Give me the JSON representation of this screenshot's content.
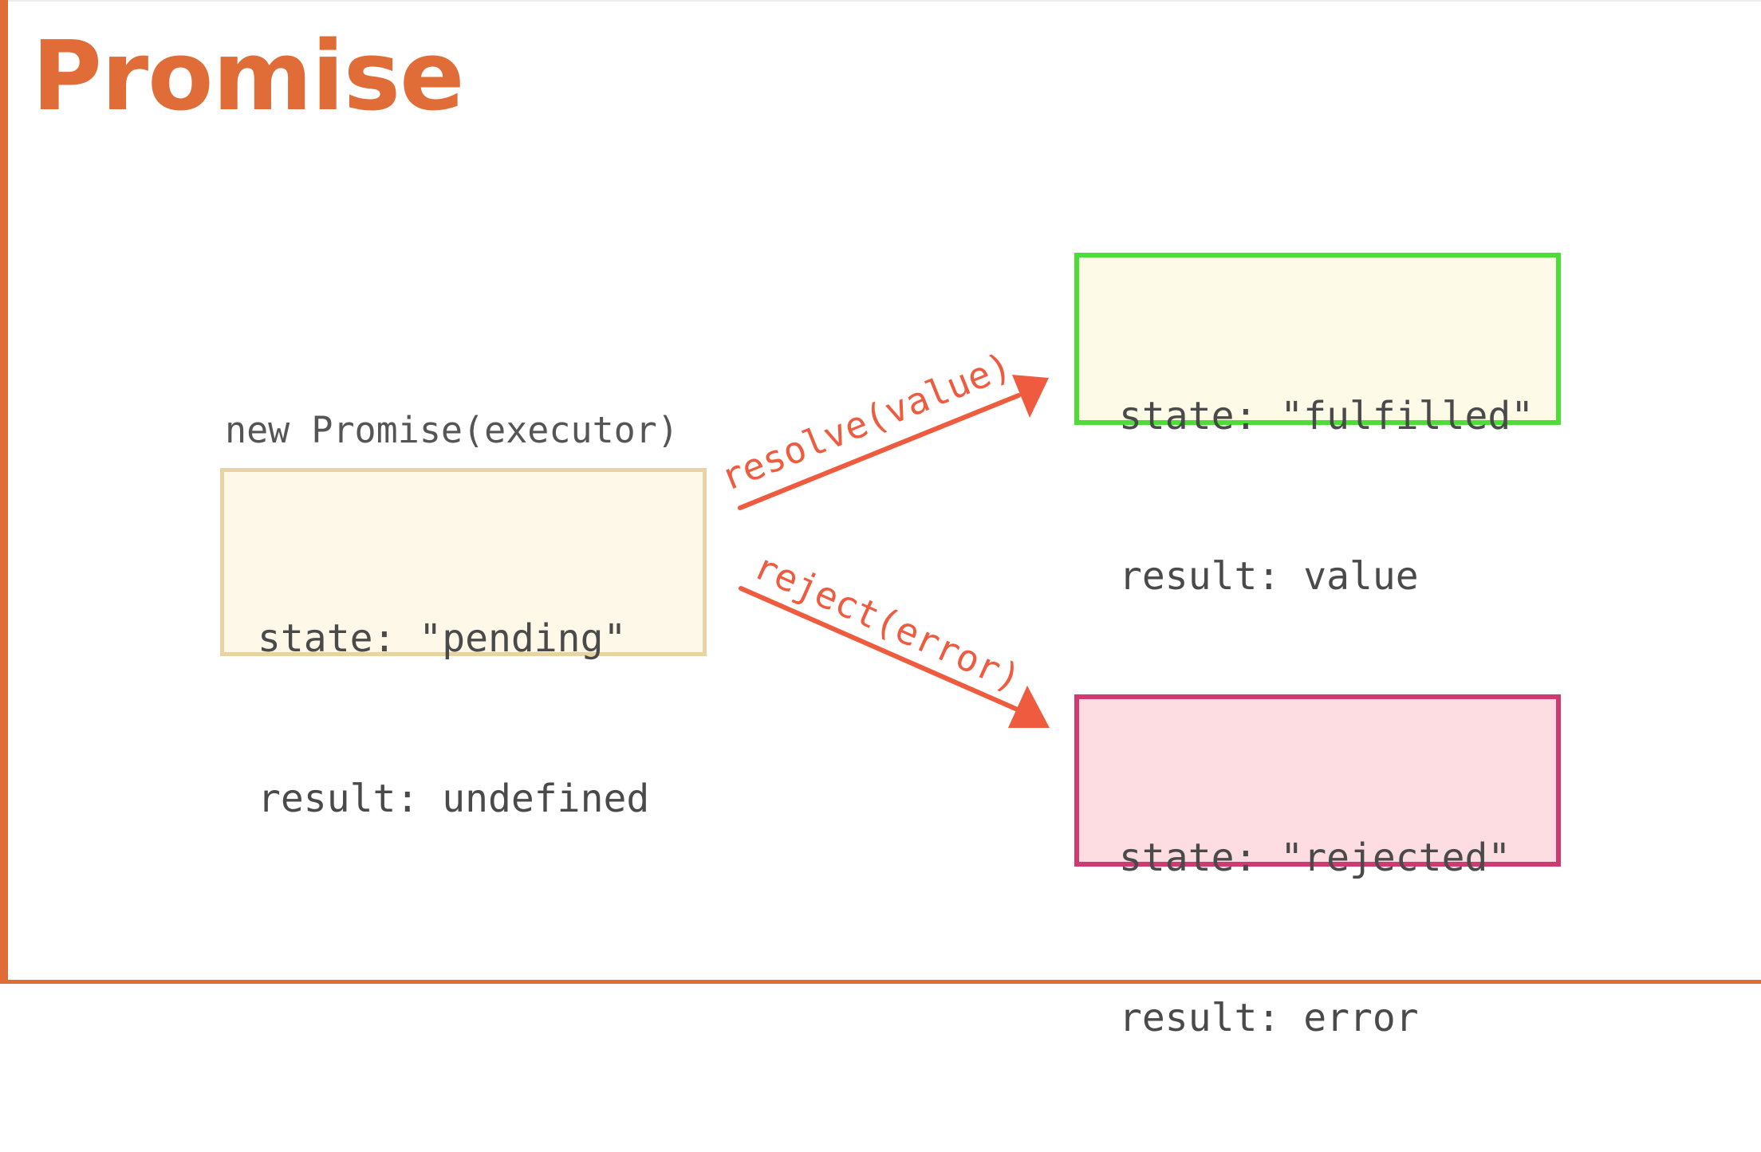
{
  "slide": {
    "title": "Promise",
    "accent_color": "#e06c38"
  },
  "diagram": {
    "caption": "new Promise(executor)",
    "pending": {
      "state_line": "state: \"pending\"",
      "result_line": "result: undefined",
      "border_color": "#e7d3a3",
      "fill_color": "#fdf8e7"
    },
    "fulfilled": {
      "state_line": "state: \"fulfilled\"",
      "result_line": "result: value",
      "border_color": "#4cdd36",
      "fill_color": "#fdfbe8"
    },
    "rejected": {
      "state_line": "state: \"rejected\"",
      "result_line": "result: error",
      "border_color": "#cf3a73",
      "fill_color": "#fddde2"
    },
    "resolve_label": "resolve(value)",
    "reject_label": "reject(error)",
    "arrow_color": "#ee5b3f"
  }
}
